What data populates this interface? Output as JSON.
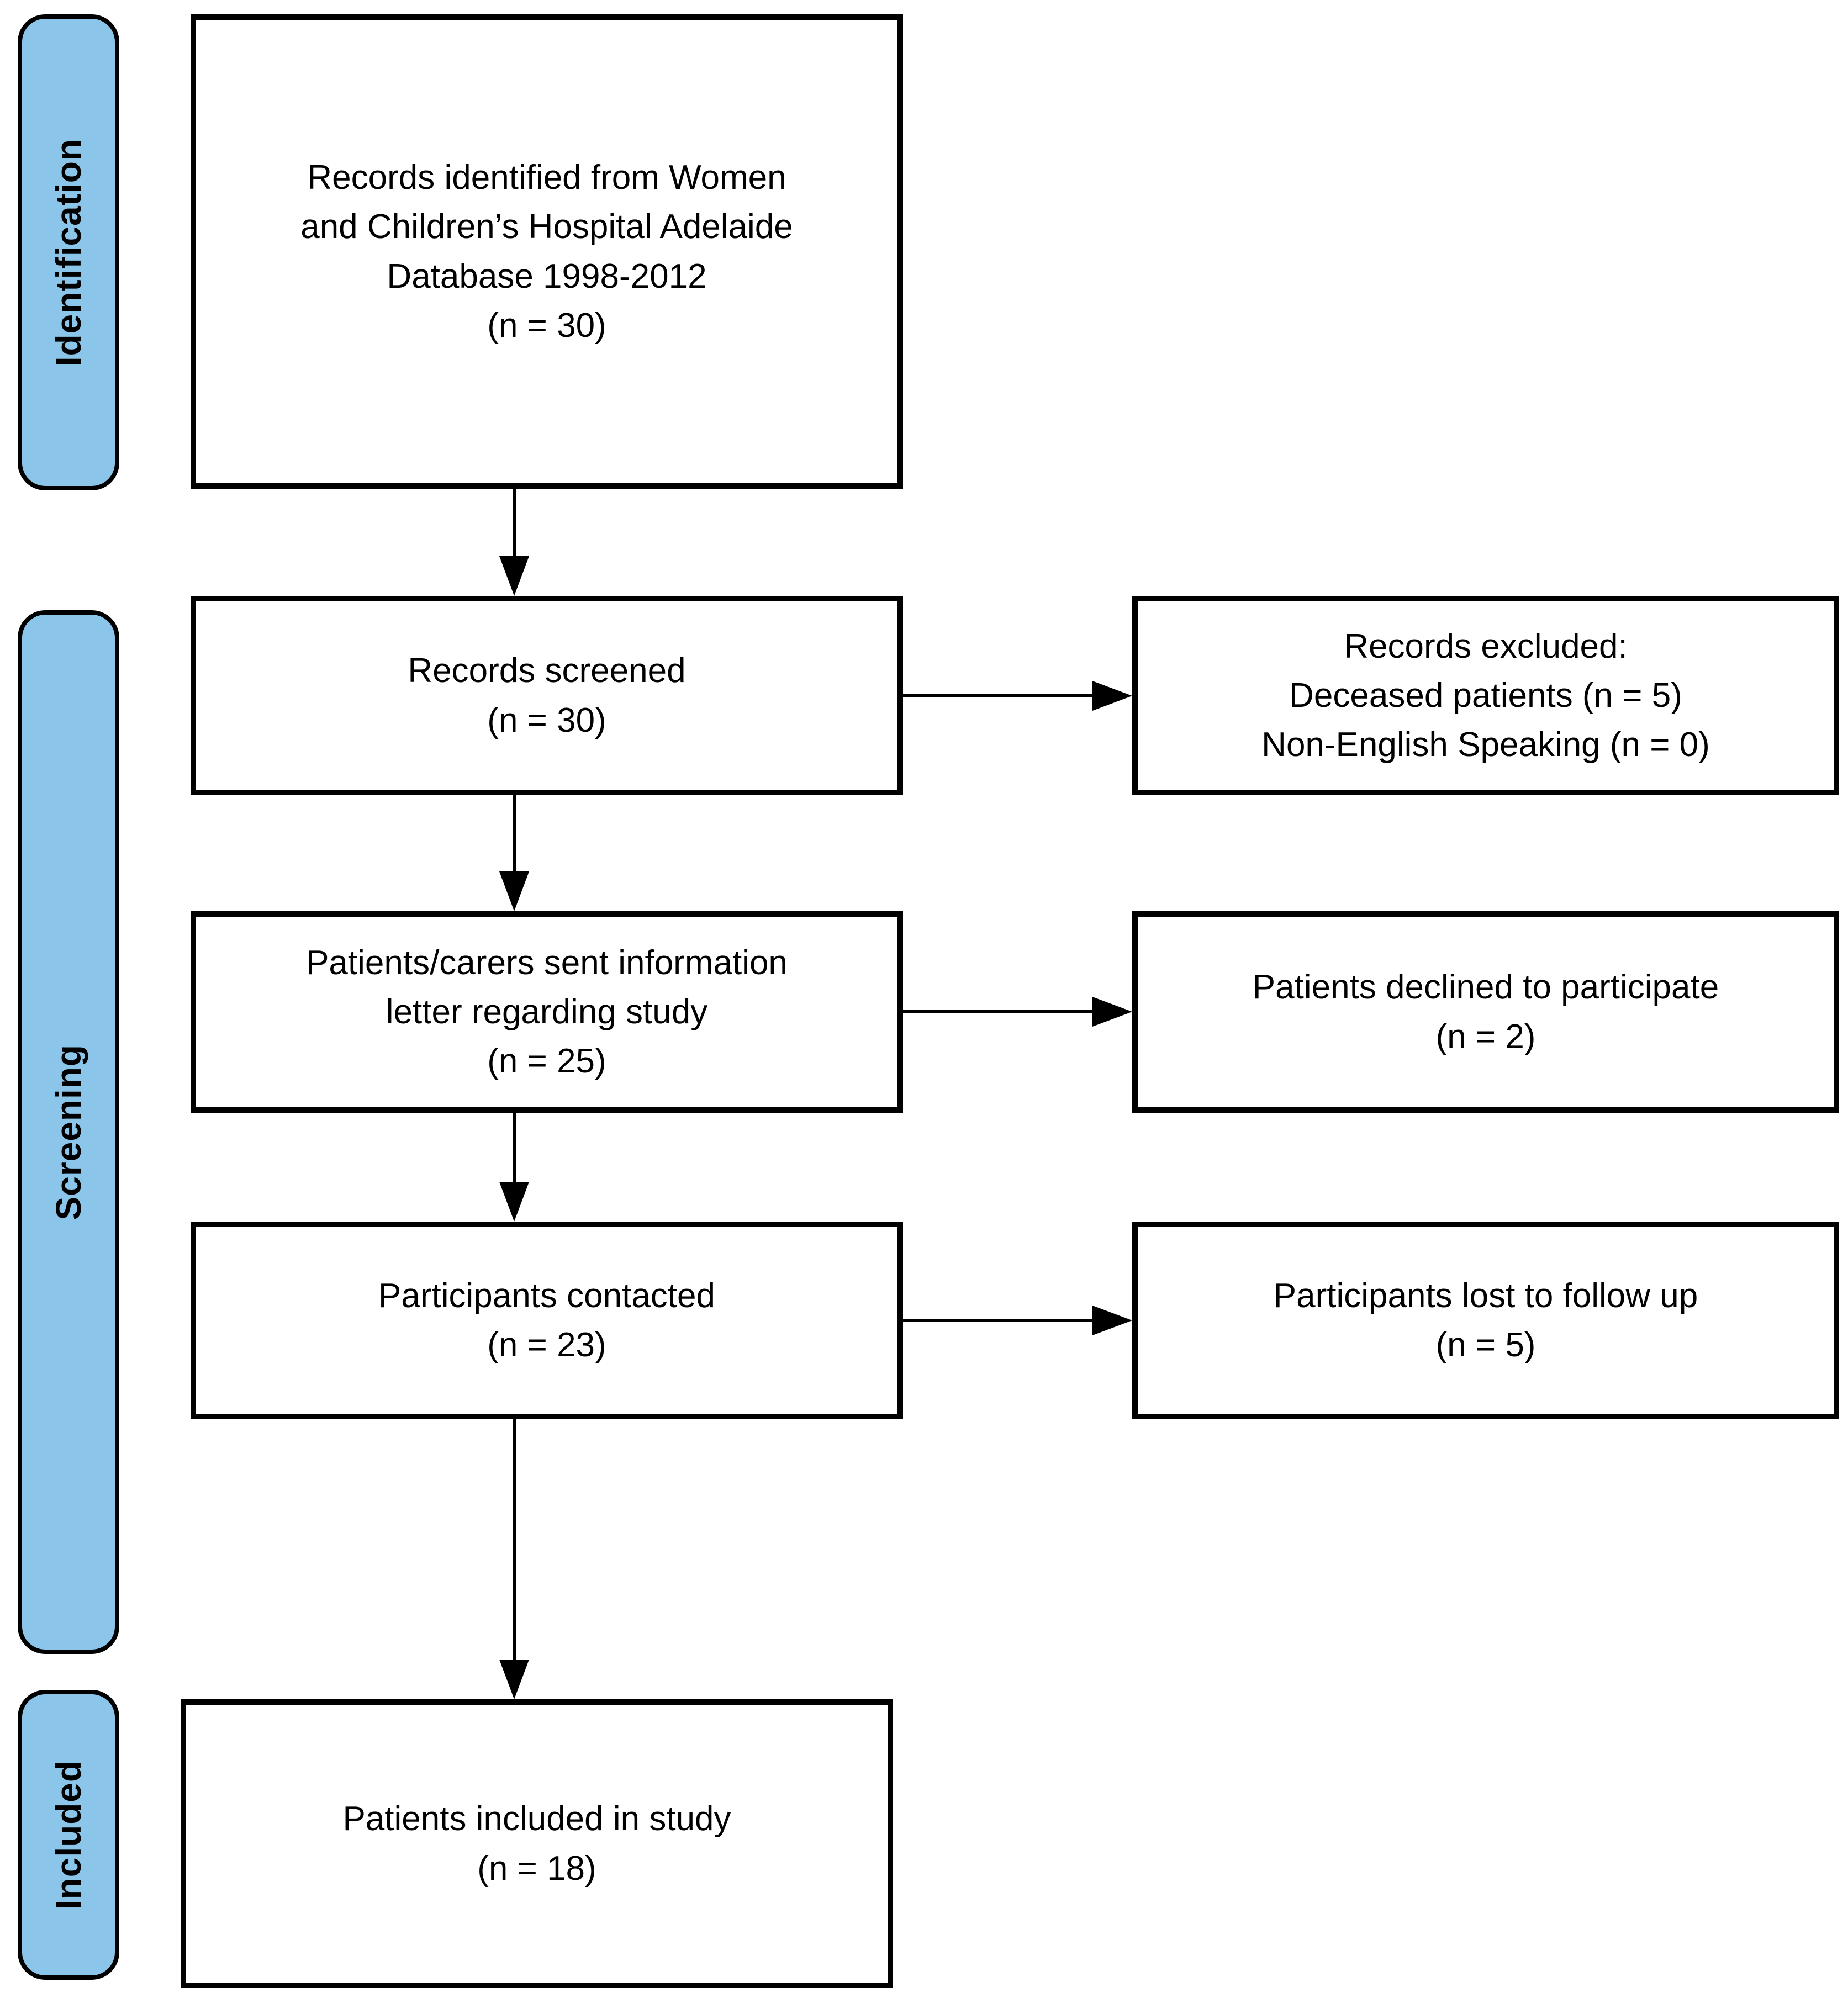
{
  "colors": {
    "stage_fill": "#8CC5EA",
    "outline": "#000000",
    "box_fill": "#FFFFFF",
    "text": "#000000"
  },
  "stages": {
    "identification": {
      "label": "Identification"
    },
    "screening": {
      "label": "Screening"
    },
    "included": {
      "label": "Included"
    }
  },
  "boxes": {
    "records_identified": {
      "text": "Records identified from Women\nand Children’s Hospital Adelaide\nDatabase 1998-2012\n(n = 30)",
      "n": 30
    },
    "records_screened": {
      "text": "Records screened\n(n = 30)",
      "n": 30
    },
    "records_excluded": {
      "text": "Records excluded:\nDeceased patients (n = 5)\nNon-English Speaking (n = 0)",
      "reasons": [
        {
          "label": "Deceased patients",
          "n": 5
        },
        {
          "label": "Non-English Speaking",
          "n": 0
        }
      ]
    },
    "letters_sent": {
      "text": "Patients/carers sent information\nletter regarding study\n(n = 25)",
      "n": 25
    },
    "declined": {
      "text": "Patients declined to participate\n(n = 2)",
      "n": 2
    },
    "contacted": {
      "text": "Participants contacted\n(n = 23)",
      "n": 23
    },
    "lost_followup": {
      "text": "Participants lost to follow up\n(n = 5)",
      "n": 5
    },
    "included_study": {
      "text": "Patients included in study\n(n = 18)",
      "n": 18
    }
  },
  "edges": [
    {
      "from": "records_identified",
      "to": "records_screened"
    },
    {
      "from": "records_screened",
      "to": "records_excluded"
    },
    {
      "from": "records_screened",
      "to": "letters_sent"
    },
    {
      "from": "letters_sent",
      "to": "declined"
    },
    {
      "from": "letters_sent",
      "to": "contacted"
    },
    {
      "from": "contacted",
      "to": "lost_followup"
    },
    {
      "from": "contacted",
      "to": "included_study"
    }
  ]
}
